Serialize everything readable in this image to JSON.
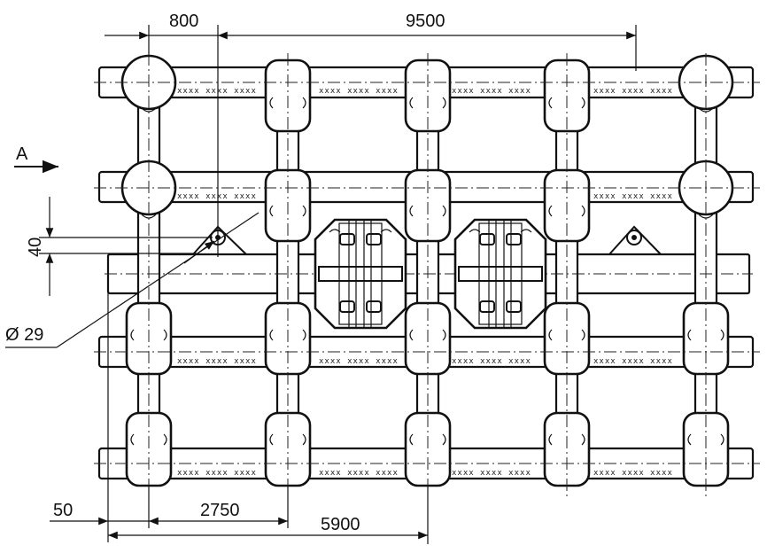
{
  "drawing": {
    "dimensions": {
      "d800": "800",
      "d9500": "9500",
      "d40": "40",
      "d29": "Ø 29",
      "d50": "50",
      "d2750": "2750",
      "d5900": "5900"
    },
    "view_label": "A",
    "rope_hatch": "xxxx xxxx xxxx"
  }
}
